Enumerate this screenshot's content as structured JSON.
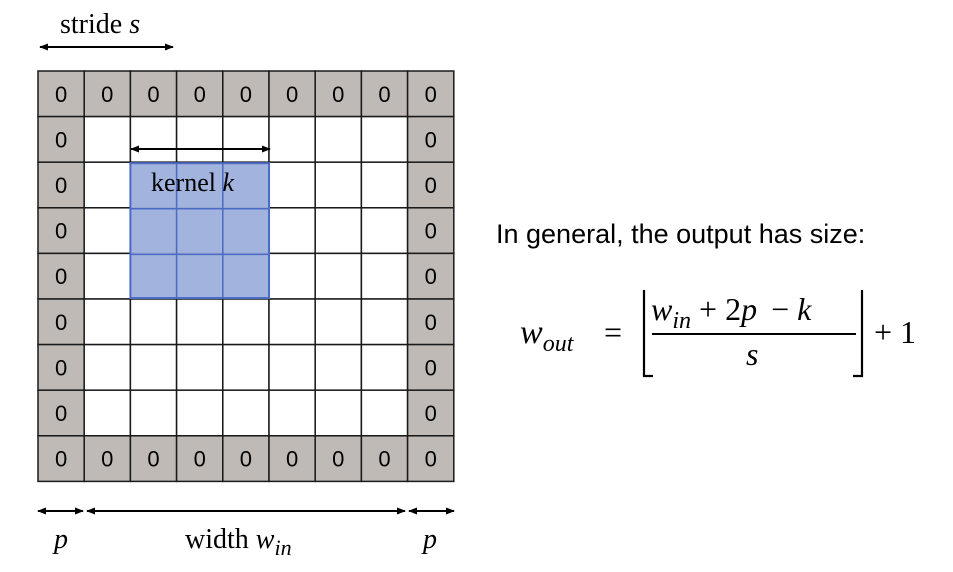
{
  "labels": {
    "stride": "stride",
    "stride_var": "s",
    "kernel": "kernel",
    "kernel_var": "k",
    "pad_left": "p",
    "pad_right": "p",
    "width": "width",
    "width_var": "w",
    "width_sub": "in"
  },
  "grid": {
    "rows": 9,
    "cols": 9,
    "pad_value": "0",
    "kernel_size": 3,
    "kernel_start_row": 2,
    "kernel_start_col": 2
  },
  "text": {
    "general": "In general, the output has size:"
  },
  "formula": {
    "lhs_var": "w",
    "lhs_sub": "out",
    "equals": "=",
    "num_w": "w",
    "num_w_sub": "in",
    "num_plus": "+ 2",
    "num_p": "p",
    "num_minus": "−",
    "num_k": "k",
    "den_s": "s",
    "plus_one": "+ 1"
  },
  "colors": {
    "pad": "#c0bab6",
    "kernel": "#9dafdb",
    "kernel_border": "#4b6bc4",
    "grid_line": "#1a1a1a"
  }
}
